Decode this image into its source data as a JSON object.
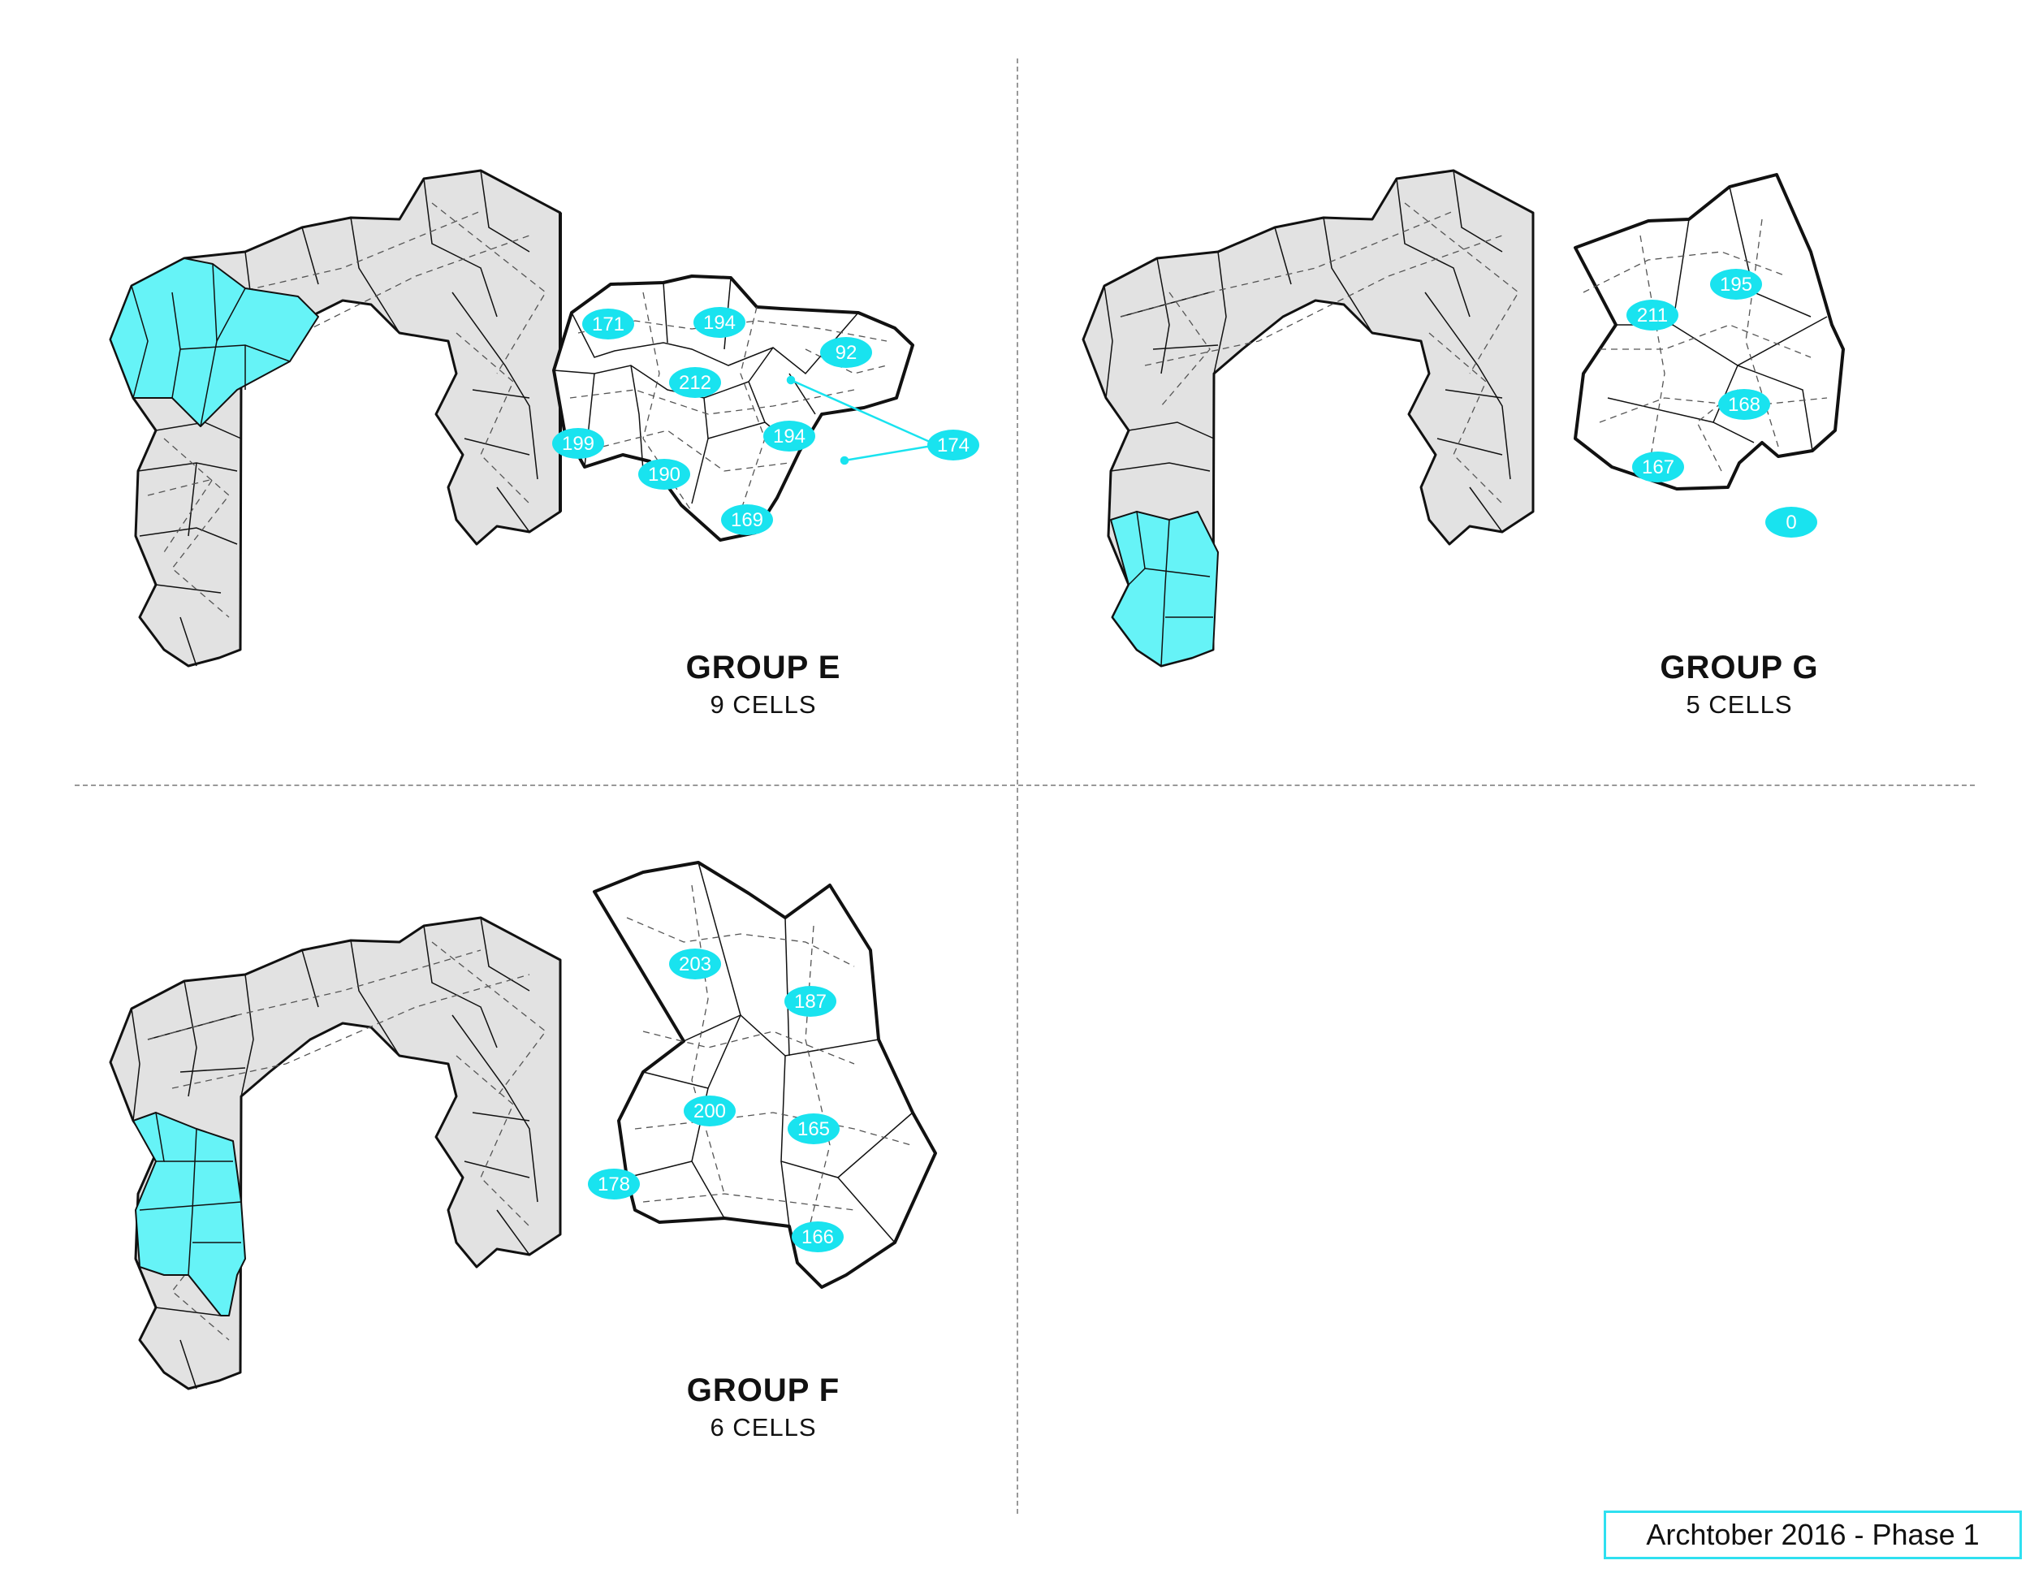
{
  "groups": [
    {
      "id": "E",
      "title": "GROUP E",
      "subtitle": "9 CELLS",
      "cells": [
        "171",
        "194",
        "92",
        "212",
        "199",
        "190",
        "194",
        "169",
        "174"
      ]
    },
    {
      "id": "G",
      "title": "GROUP G",
      "subtitle": "5 CELLS",
      "cells": [
        "195",
        "211",
        "168",
        "167",
        "0"
      ]
    },
    {
      "id": "F",
      "title": "GROUP F",
      "subtitle": "6 CELLS",
      "cells": [
        "203",
        "187",
        "200",
        "165",
        "178",
        "166"
      ]
    }
  ],
  "footer": {
    "label": "Archtober 2016 - Phase 1"
  },
  "colors": {
    "highlight": "#66f3f7",
    "label_fill": "#19e3ef",
    "structure_fill": "#e0e0e0",
    "stroke": "#111111"
  }
}
